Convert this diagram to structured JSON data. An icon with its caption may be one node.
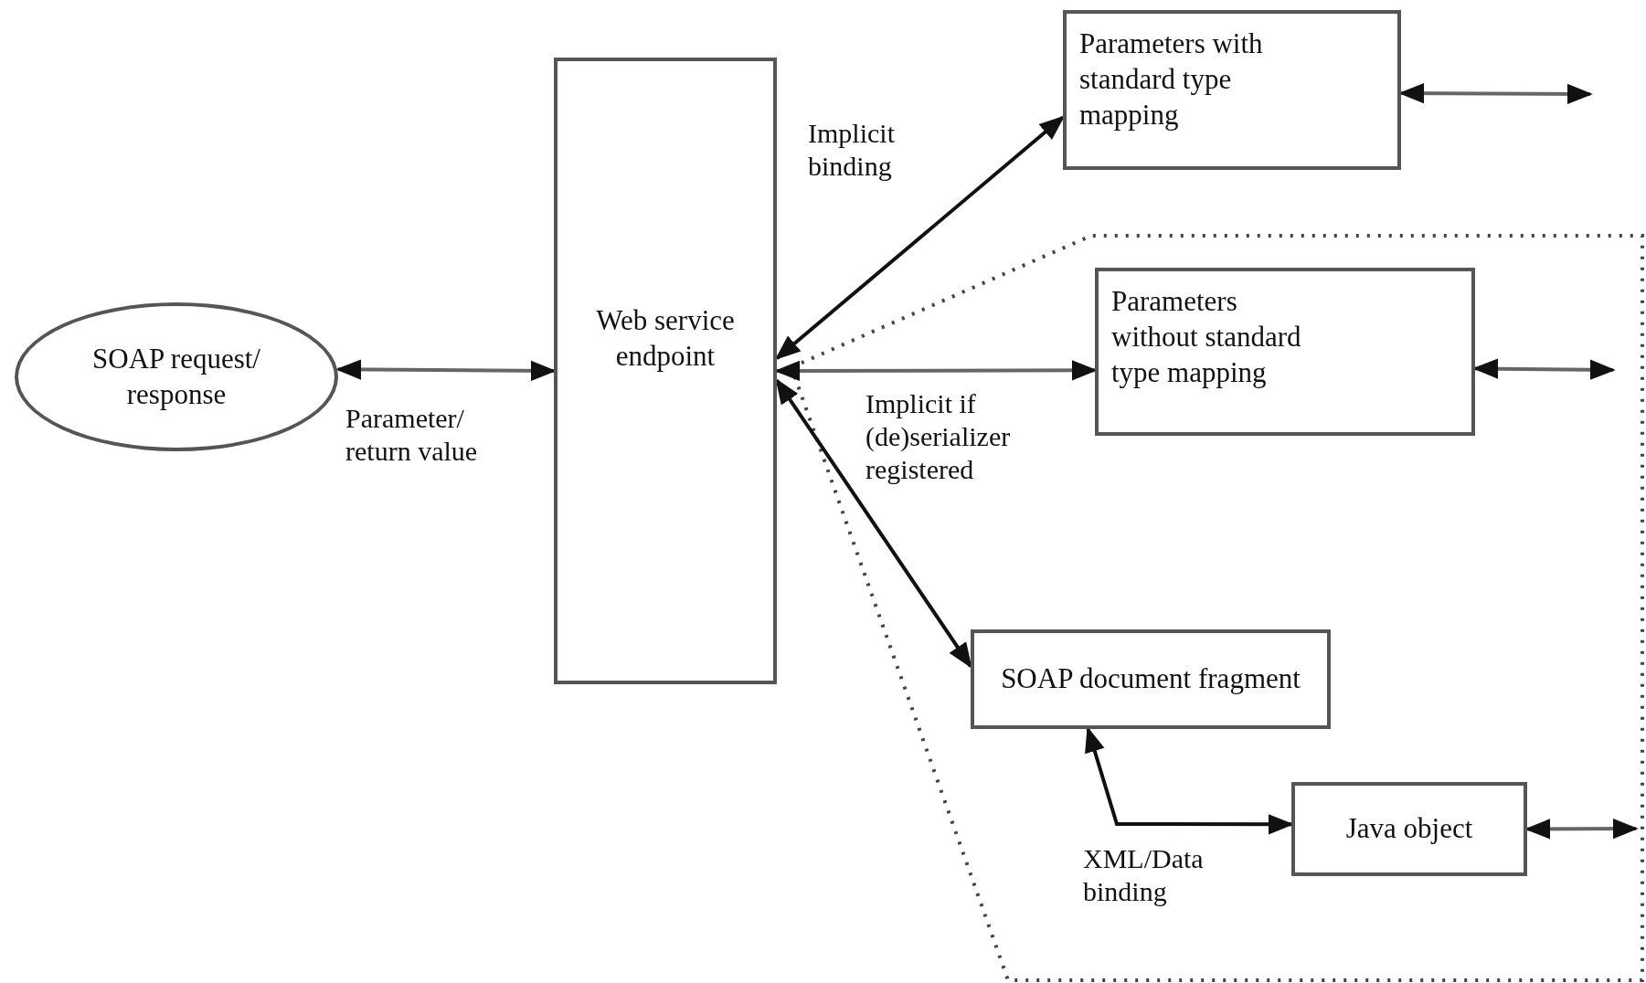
{
  "diagram": {
    "nodes": [
      {
        "text": [
          "SOAP request/ response"
        ]
      },
      {
        "text": [
          "Web service endpoint"
        ]
      },
      {
        "text": [
          "Parameters with standard type mapping"
        ]
      },
      {
        "text": [
          "Parameters without standard type mapping"
        ]
      },
      {
        "text": [
          "SOAP document fragment"
        ]
      },
      {
        "text": [
          "Java object"
        ]
      }
    ],
    "edges": [
      {
        "from": 0,
        "to": 1,
        "arrow": "both",
        "label": "Parameter/ return value"
      },
      {
        "from": 1,
        "to": 2,
        "arrow": "both",
        "label": "Implicit binding"
      },
      {
        "from": 1,
        "to": 3,
        "arrow": "both",
        "label": "Implicit if (de)serializer registered"
      },
      {
        "from": 1,
        "to": 4,
        "arrow": "both"
      },
      {
        "from": 5,
        "to": 4,
        "arrow": "both",
        "label": "XML/Data binding"
      },
      {
        "from": 2,
        "to": null,
        "arrow": "both"
      },
      {
        "from": 3,
        "to": null,
        "arrow": "both"
      },
      {
        "from": 5,
        "to": null,
        "arrow": "both"
      }
    ]
  }
}
